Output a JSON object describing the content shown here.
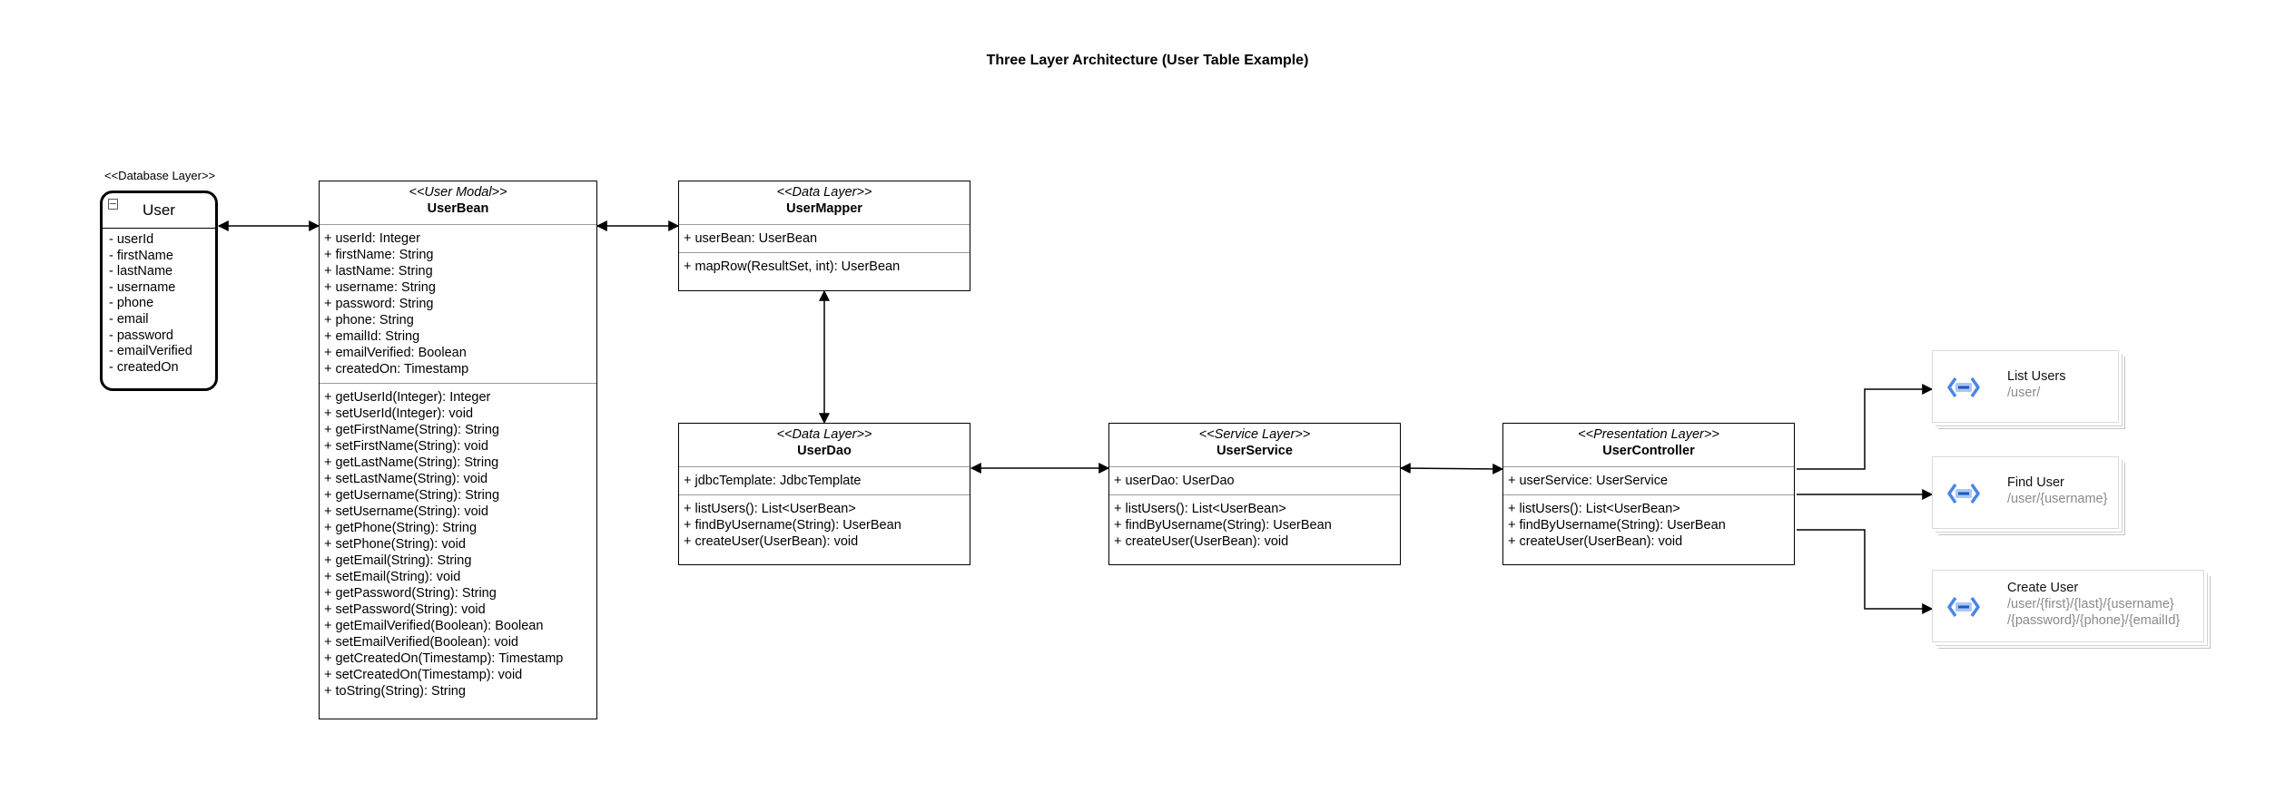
{
  "title": "Three Layer Architecture (User Table Example)",
  "database": {
    "stereotype": "<<Database Layer>>",
    "name": "User",
    "fields": [
      "- userId",
      "- firstName",
      "- lastName",
      "- username",
      "- phone",
      "- email",
      "- password",
      "- emailVerified",
      "- createdOn"
    ]
  },
  "userBean": {
    "stereotype": "<<User Modal>>",
    "name": "UserBean",
    "attributes": [
      "+ userId: Integer",
      "+ firstName: String",
      "+ lastName: String",
      "+ username: String",
      "+ password: String",
      "+ phone: String",
      "+ emailId: String",
      "+ emailVerified: Boolean",
      "+ createdOn: Timestamp"
    ],
    "methods": [
      "+ getUserId(Integer): Integer",
      "+ setUserId(Integer): void",
      "+ getFirstName(String): String",
      "+ setFirstName(String): void",
      "+ getLastName(String): String",
      "+ setLastName(String): void",
      "+ getUsername(String): String",
      "+ setUsername(String): void",
      "+ getPhone(String): String",
      "+ setPhone(String): void",
      "+ getEmail(String): String",
      "+ setEmail(String): void",
      "+ getPassword(String): String",
      "+ setPassword(String): void",
      "+ getEmailVerified(Boolean): Boolean",
      "+ setEmailVerified(Boolean): void",
      "+ getCreatedOn(Timestamp): Timestamp",
      "+ setCreatedOn(Timestamp): void",
      "+ toString(String): String"
    ]
  },
  "userMapper": {
    "stereotype": "<<Data Layer>>",
    "name": "UserMapper",
    "attributes": [
      "+ userBean: UserBean"
    ],
    "methods": [
      "+ mapRow(ResultSet, int): UserBean"
    ]
  },
  "userDao": {
    "stereotype": "<<Data Layer>>",
    "name": "UserDao",
    "attributes": [
      "+ jdbcTemplate: JdbcTemplate"
    ],
    "methods": [
      "+ listUsers(): List<UserBean>",
      "+ findByUsername(String): UserBean",
      "+ createUser(UserBean): void"
    ]
  },
  "userService": {
    "stereotype": "<<Service Layer>>",
    "name": "UserService",
    "attributes": [
      "+ userDao: UserDao"
    ],
    "methods": [
      "+ listUsers(): List<UserBean>",
      "+ findByUsername(String): UserBean",
      "+ createUser(UserBean): void"
    ]
  },
  "userController": {
    "stereotype": "<<Presentation Layer>>",
    "name": "UserController",
    "attributes": [
      "+ userService: UserService"
    ],
    "methods": [
      "+ listUsers(): List<UserBean>",
      "+ findByUsername(String): UserBean",
      "+ createUser(UserBean): void"
    ]
  },
  "endpoints": [
    {
      "title": "List Users",
      "path": [
        "/user/"
      ],
      "icon": "api-endpoint-icon"
    },
    {
      "title": "Find User",
      "path": [
        "/user/{username}"
      ],
      "icon": "api-endpoint-icon"
    },
    {
      "title": "Create User",
      "path": [
        "/user/{first}/{last}/{username}",
        "/{password}/{phone}/{emailId}"
      ],
      "icon": "api-endpoint-icon"
    }
  ]
}
